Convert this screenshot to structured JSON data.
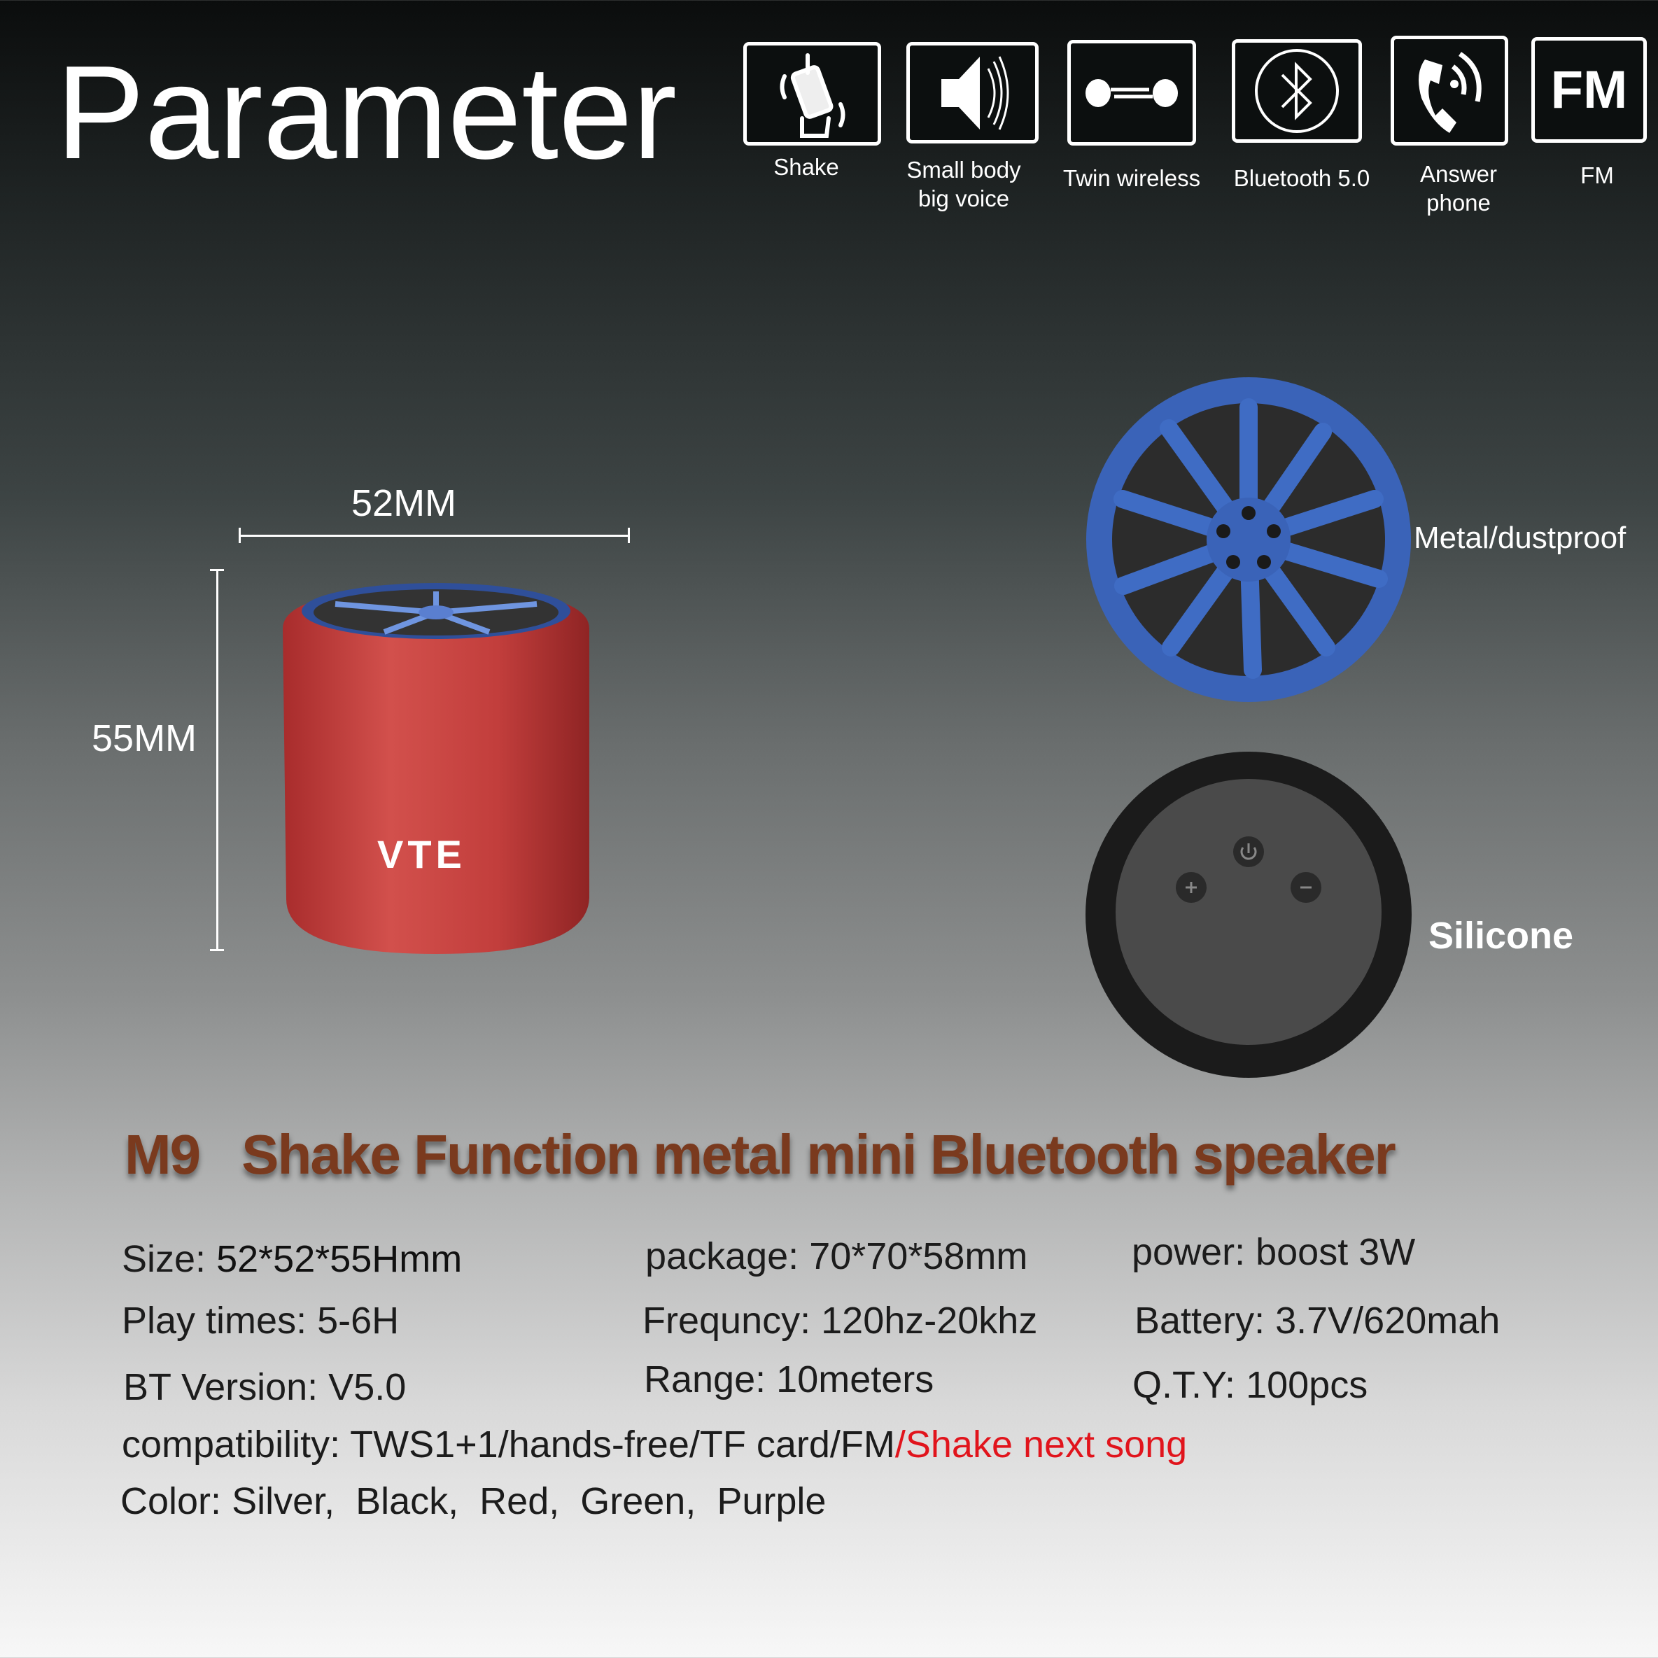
{
  "title": "Parameter",
  "features": [
    {
      "icon": "shake-icon",
      "label": "Shake"
    },
    {
      "icon": "speaker-icon",
      "label": "Small body\nbig voice"
    },
    {
      "icon": "twin-wireless-icon",
      "label": "Twin wireless"
    },
    {
      "icon": "bluetooth-icon",
      "label": "Bluetooth 5.0"
    },
    {
      "icon": "phone-icon",
      "label": "Answer\nphone"
    },
    {
      "icon": "fm-icon",
      "label": "FM",
      "glyph": "FM"
    }
  ],
  "dimensions": {
    "width": "52MM",
    "height": "55MM"
  },
  "brand_logo": "VTE",
  "callouts": {
    "top": "Metal/dustproof",
    "bottom": "Silicone"
  },
  "heading": {
    "model": "M9",
    "name": "Shake Function metal mini Bluetooth speaker"
  },
  "specs": {
    "size": {
      "label": "Size:",
      "value": "52*52*55Hmm"
    },
    "package": {
      "label": "package:",
      "value": "70*70*58mm"
    },
    "power": {
      "label": "power:",
      "value": "boost 3W"
    },
    "play": {
      "label": "Play times:",
      "value": "5-6H"
    },
    "freq": {
      "label": "Frequncy:",
      "value": "120hz-20khz"
    },
    "battery": {
      "label": "Battery:",
      "value": "3.7V/620mah"
    },
    "bt": {
      "label": "BT Version:",
      "value": "V5.0"
    },
    "range": {
      "label": "Range:",
      "value": "10meters"
    },
    "qty": {
      "label": "Q.T.Y:",
      "value": "100pcs"
    },
    "compat": {
      "label": "compatibility:",
      "value": "TWS1+1/hands-free/TF card/FM",
      "highlight": "/Shake next song"
    },
    "color": {
      "label": "Color:",
      "value": "Silver,  Black,  Red,  Green,  Purple"
    }
  },
  "colors": {
    "highlight": "#e1141c",
    "heading": "#7a3a1e",
    "speaker": "#c8413f",
    "wheel": "#3a63b8"
  }
}
